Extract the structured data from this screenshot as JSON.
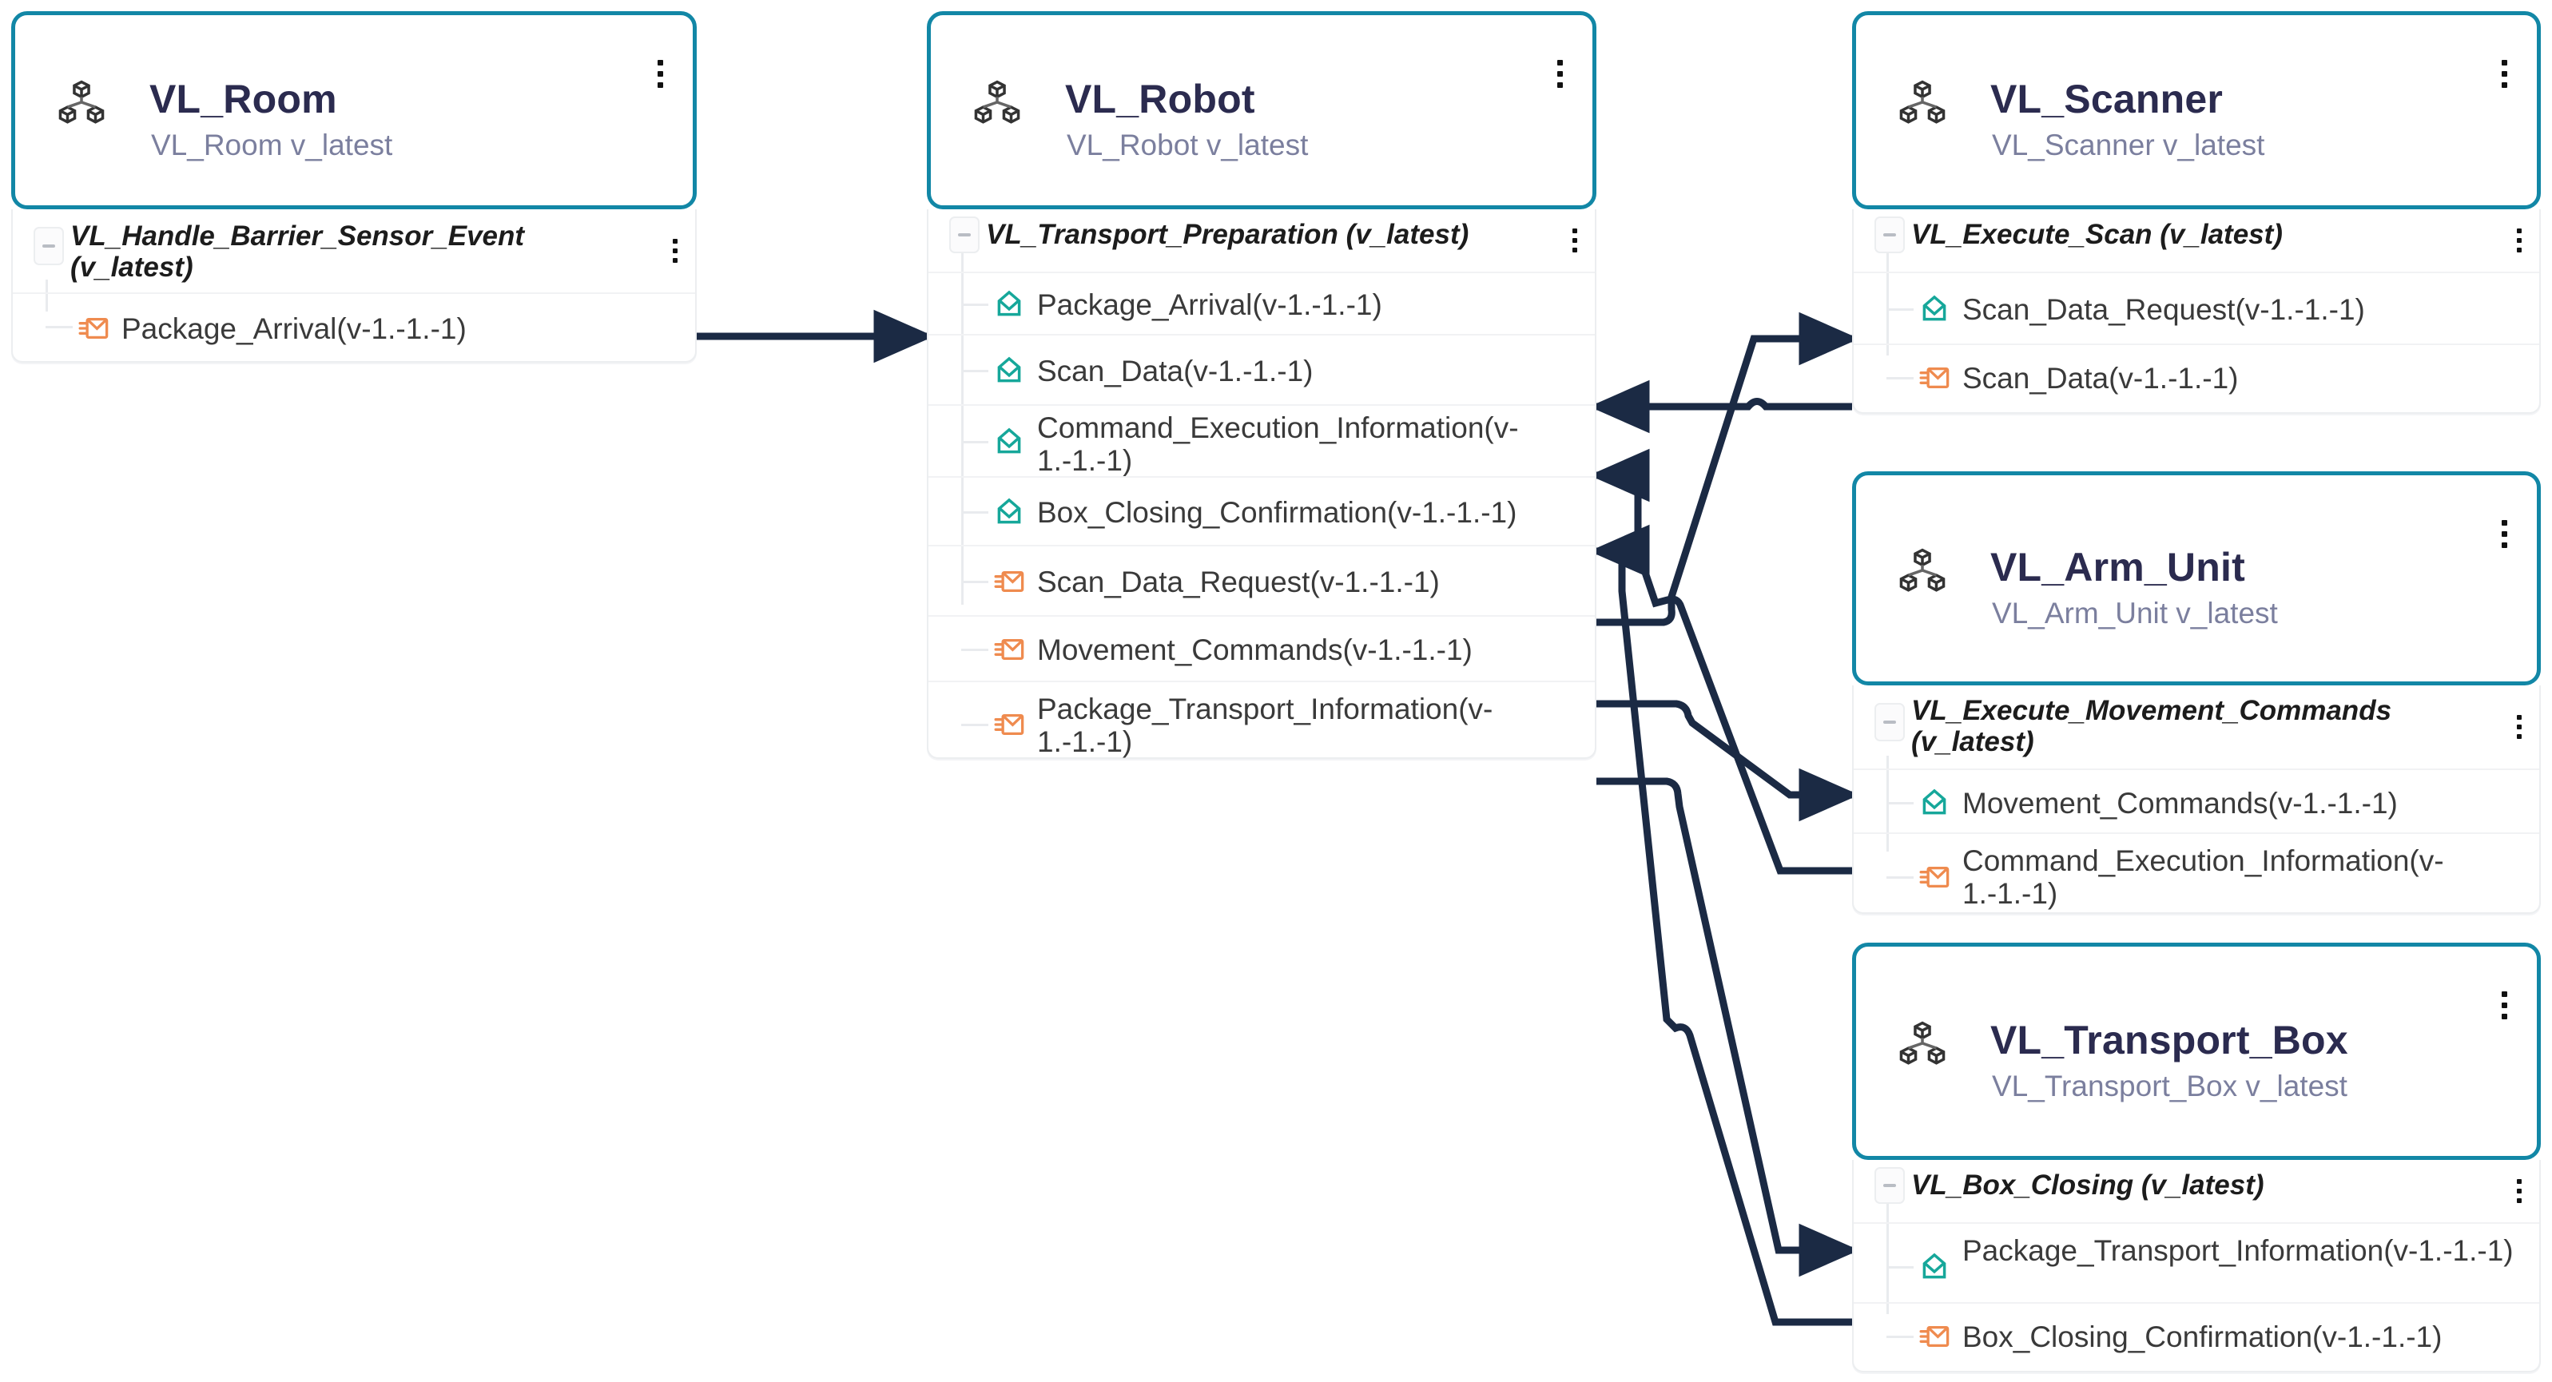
{
  "theme": {
    "node_border": "#1287a6",
    "title_color": "#2b2b4f",
    "subtitle_color": "#7b7f9e",
    "inbound_port_color": "#16a79a",
    "outbound_port_color": "#ef8b4f",
    "connector_color": "#1b2a44",
    "panel_border": "#eceef0"
  },
  "icons": {
    "component": "three-cubes-icon",
    "kebab": "more-options-icon",
    "collapse": "collapse-minus-icon",
    "inbound": "incoming-message-icon",
    "outbound": "outgoing-message-icon"
  },
  "nodes": [
    {
      "id": "vl-room",
      "title": "VL_Room",
      "subtitle": "VL_Room v_latest",
      "interfaces": [
        {
          "title": "VL_Handle_Barrier_Sensor_Event (v_latest)",
          "ports": [
            {
              "label": "Package_Arrival(v-1.-1.-1)",
              "direction": "outbound"
            }
          ]
        }
      ]
    },
    {
      "id": "vl-robot",
      "title": "VL_Robot",
      "subtitle": "VL_Robot v_latest",
      "interfaces": [
        {
          "title": "VL_Transport_Preparation (v_latest)",
          "ports": [
            {
              "label": "Package_Arrival(v-1.-1.-1)",
              "direction": "inbound"
            },
            {
              "label": "Scan_Data(v-1.-1.-1)",
              "direction": "inbound"
            },
            {
              "label": "Command_Execution_Information(v-1.-1.-1)",
              "direction": "inbound"
            },
            {
              "label": "Box_Closing_Confirmation(v-1.-1.-1)",
              "direction": "inbound"
            },
            {
              "label": "Scan_Data_Request(v-1.-1.-1)",
              "direction": "outbound"
            },
            {
              "label": "Movement_Commands(v-1.-1.-1)",
              "direction": "outbound"
            },
            {
              "label": "Package_Transport_Information(v-1.-1.-1)",
              "direction": "outbound"
            }
          ]
        }
      ]
    },
    {
      "id": "vl-scanner",
      "title": "VL_Scanner",
      "subtitle": "VL_Scanner v_latest",
      "interfaces": [
        {
          "title": "VL_Execute_Scan (v_latest)",
          "ports": [
            {
              "label": "Scan_Data_Request(v-1.-1.-1)",
              "direction": "inbound"
            },
            {
              "label": "Scan_Data(v-1.-1.-1)",
              "direction": "outbound"
            }
          ]
        }
      ]
    },
    {
      "id": "vl-arm-unit",
      "title": "VL_Arm_Unit",
      "subtitle": "VL_Arm_Unit v_latest",
      "interfaces": [
        {
          "title": "VL_Execute_Movement_Commands (v_latest)",
          "ports": [
            {
              "label": "Movement_Commands(v-1.-1.-1)",
              "direction": "inbound"
            },
            {
              "label": "Command_Execution_Information(v-1.-1.-1)",
              "direction": "outbound"
            }
          ]
        }
      ]
    },
    {
      "id": "vl-transport-box",
      "title": "VL_Transport_Box",
      "subtitle": "VL_Transport_Box v_latest",
      "interfaces": [
        {
          "title": "VL_Box_Closing (v_latest)",
          "ports": [
            {
              "label": "Package_Transport_Information(v-1.-1.-1)",
              "direction": "inbound"
            },
            {
              "label": "Box_Closing_Confirmation(v-1.-1.-1)",
              "direction": "outbound"
            }
          ]
        }
      ]
    }
  ],
  "connections": [
    {
      "from": "VL_Room.Package_Arrival",
      "to": "VL_Robot.Package_Arrival"
    },
    {
      "from": "VL_Scanner.Scan_Data",
      "to": "VL_Robot.Scan_Data"
    },
    {
      "from": "VL_Robot.Scan_Data_Request",
      "to": "VL_Scanner.Scan_Data_Request"
    },
    {
      "from": "VL_Arm_Unit.Command_Execution_Information",
      "to": "VL_Robot.Command_Execution_Information"
    },
    {
      "from": "VL_Robot.Movement_Commands",
      "to": "VL_Arm_Unit.Movement_Commands"
    },
    {
      "from": "VL_Transport_Box.Box_Closing_Confirmation",
      "to": "VL_Robot.Box_Closing_Confirmation"
    },
    {
      "from": "VL_Robot.Package_Transport_Information",
      "to": "VL_Transport_Box.Package_Transport_Information"
    }
  ]
}
